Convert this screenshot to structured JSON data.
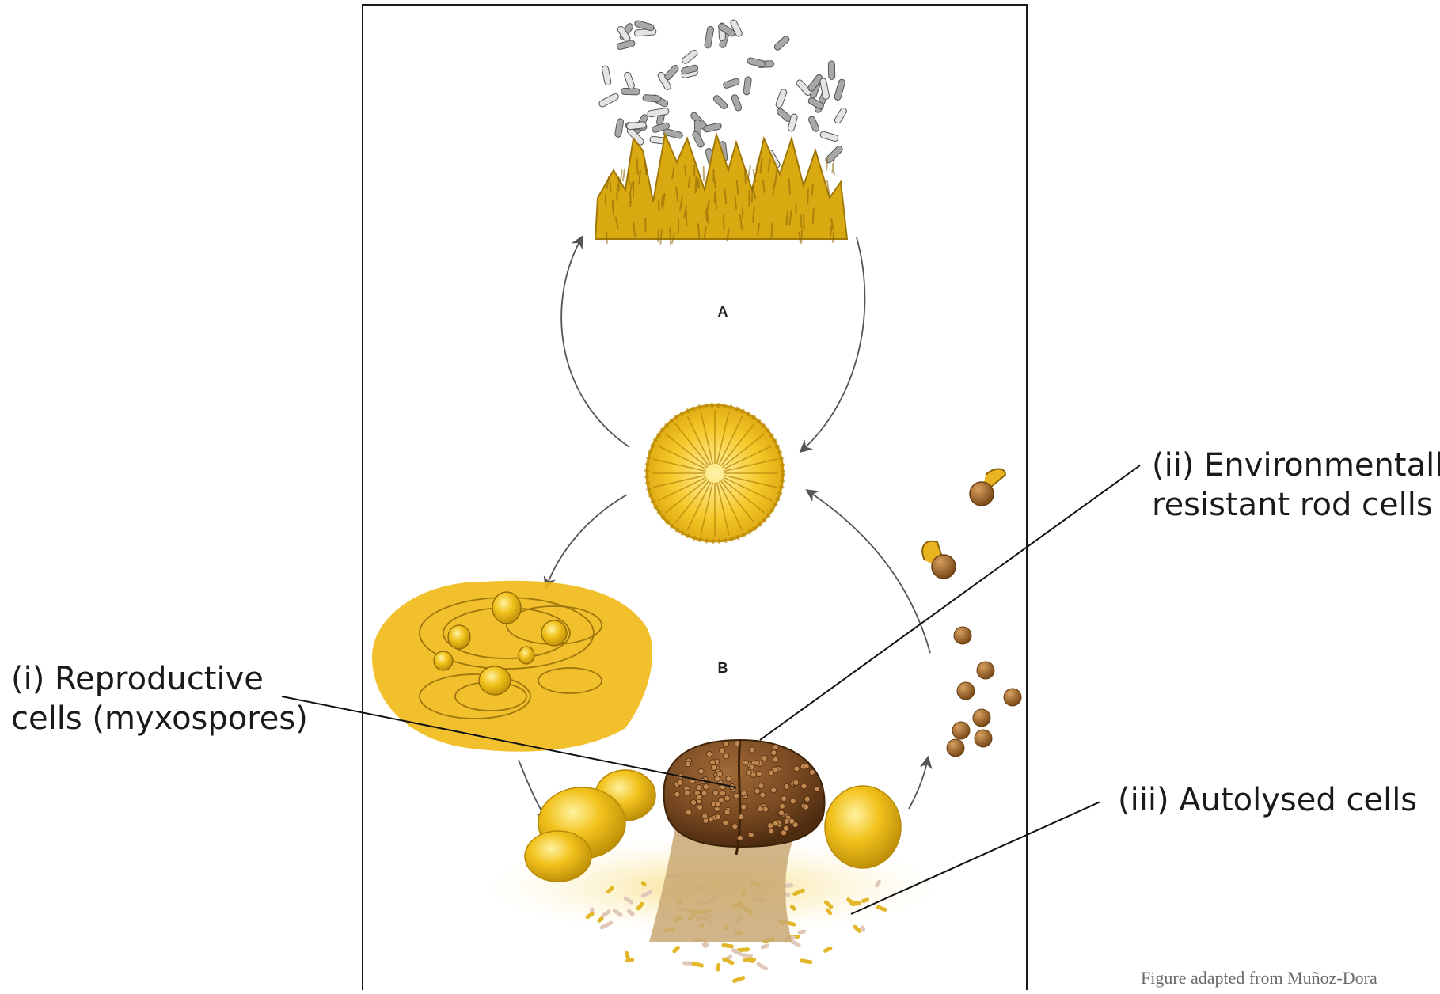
{
  "figure": {
    "stage_a_label": "A",
    "stage_b_label": "B",
    "credit": "Figure adapted from Muñoz-Dora"
  },
  "callouts": {
    "reproductive": {
      "line1": "(i) Reproductive",
      "line2": "cells (myxospores)"
    },
    "rod_cells": {
      "line1": "(ii) Environmentally",
      "line2": "resistant rod cells"
    },
    "autolysed": {
      "line1": "(iii) Autolysed cells"
    }
  },
  "colors": {
    "frame": "#1a1a1a",
    "vegetative_gold": "#d9a912",
    "swarm_gold": "#f2c21c",
    "fruiting_brown": "#7a4a22",
    "spore_brown": "#9a6428",
    "cell_grey": "#9c9c9c",
    "arrow": "#555555",
    "leader_line": "#111111"
  }
}
